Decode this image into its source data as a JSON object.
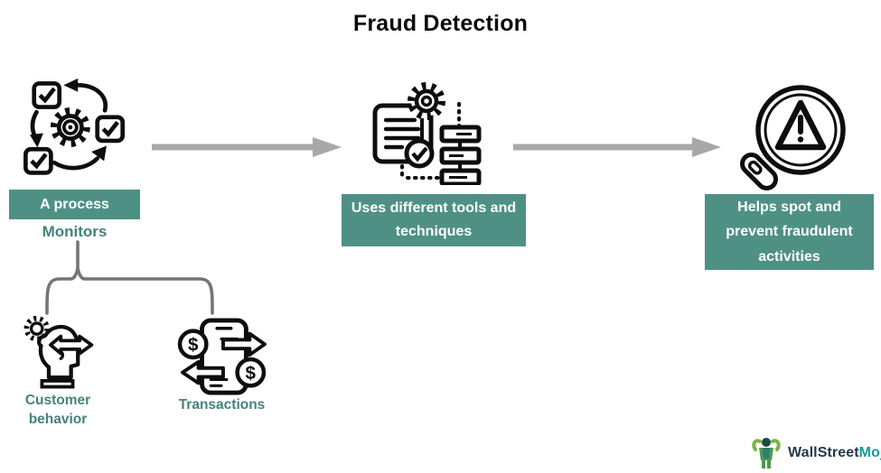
{
  "title": "Fraud Detection",
  "steps": [
    {
      "label": "A process",
      "icon": "process-cycle-icon"
    },
    {
      "label": "Uses different tools and techniques",
      "icon": "document-gear-checklist-icon"
    },
    {
      "label": "Helps spot and prevent fraudulent activities",
      "icon": "magnifier-warning-icon"
    }
  ],
  "monitors": {
    "label": "Monitors",
    "children": [
      {
        "label": "Customer behavior",
        "icon": "head-gear-arrows-icon"
      },
      {
        "label": "Transactions",
        "icon": "phone-money-transfer-icon"
      }
    ]
  },
  "glyphs": {
    "dollar": "$"
  },
  "logo": {
    "brand_primary": "WallStreet",
    "brand_secondary": "Mojo"
  },
  "colors": {
    "box_bg": "#4E9184",
    "teal_text": "#44837A",
    "arrow_gray": "#A8A8A8",
    "connector_gray": "#757575",
    "icon_stroke": "#0d0d0d"
  }
}
